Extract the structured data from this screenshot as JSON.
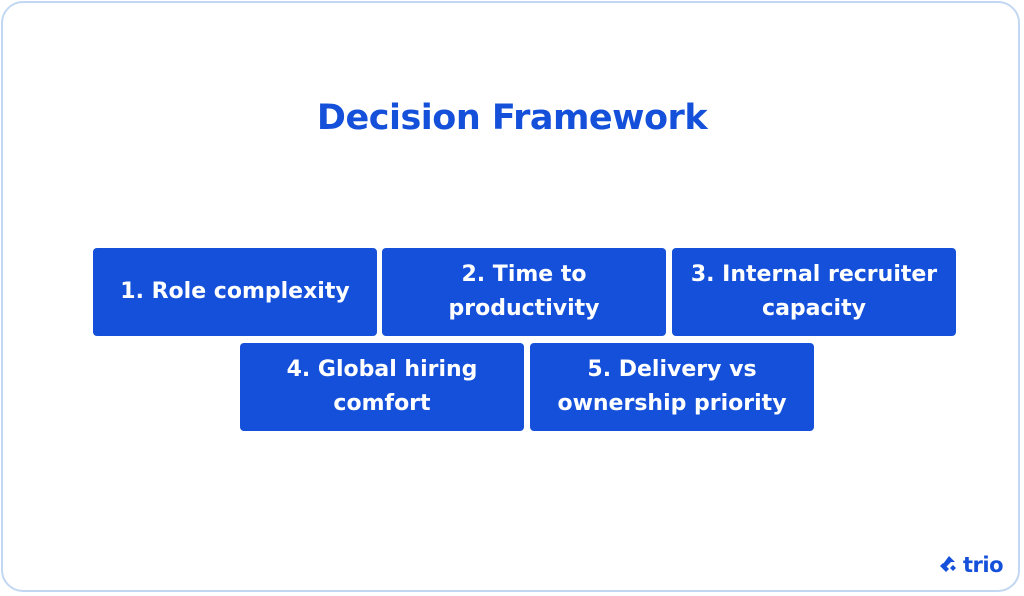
{
  "title": "Decision Framework",
  "boxes": [
    {
      "label": "1. Role complexity"
    },
    {
      "label": "2. Time to productivity"
    },
    {
      "label": "3. Internal recruiter capacity"
    },
    {
      "label": "4. Global hiring comfort"
    },
    {
      "label": "5. Delivery vs ownership priority"
    }
  ],
  "logo": {
    "text": "trio",
    "icon": "trio-logo-icon"
  },
  "colors": {
    "accent": "#1450d9",
    "border": "#c2d7f2",
    "background": "#ffffff"
  }
}
